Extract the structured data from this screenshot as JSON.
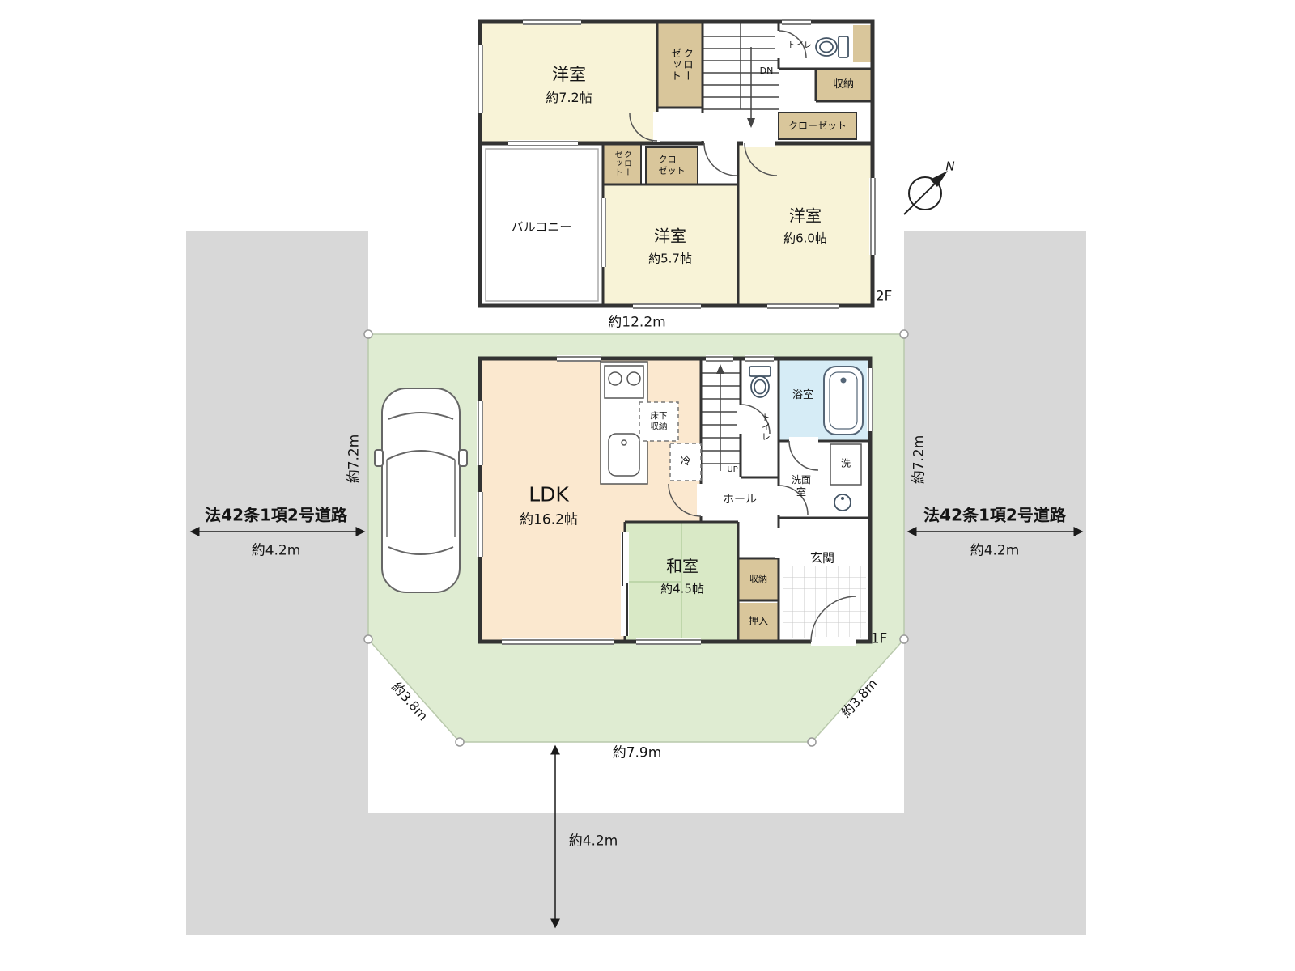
{
  "site": {
    "road_left": {
      "name": "法42条1項2号道路",
      "width": "約4.2m"
    },
    "road_right": {
      "name": "法42条1項2号道路",
      "width": "約4.2m"
    },
    "dims": {
      "top": "約12.2m",
      "left": "約7.2m",
      "right": "約7.2m",
      "diag_left": "約3.8m",
      "diag_right": "約3.8m",
      "bottom": "約7.9m",
      "road_bottom": "約4.2m"
    },
    "compass_n": "N"
  },
  "f2": {
    "floor_label": "2F",
    "yoshitsu72": {
      "name": "洋室",
      "size": "約7.2帖"
    },
    "yoshitsu57": {
      "name": "洋室",
      "size": "約5.7帖"
    },
    "yoshitsu60": {
      "name": "洋室",
      "size": "約6.0帖"
    },
    "closet_tall": "クロー\nゼット",
    "closet_small": "クロー\nゼット",
    "closet_mid": "クロー\nゼット",
    "closet_right": "クローゼット",
    "storage": "収納",
    "toilet": "トイレ",
    "balcony": "バルコニー",
    "stairs_dn": "DN"
  },
  "f1": {
    "floor_label": "1F",
    "ldk": {
      "name": "LDK",
      "size": "約16.2帖"
    },
    "washitsu": {
      "name": "和室",
      "size": "約4.5帖"
    },
    "underfloor": "床下\n収納",
    "fridge": "冷",
    "stairs_up": "UP",
    "toilet": "トイレ",
    "bath": "浴室",
    "washroom": "洗面\n室",
    "washer": "洗",
    "hall": "ホール",
    "entrance": "玄関",
    "storage": "収納",
    "oshiire": "押入"
  },
  "colors": {
    "lot_green": "#dfecd2",
    "room_cream": "#f8f3d7",
    "closet_tan": "#d9c69b",
    "ldk_peach": "#fbe8cf",
    "tatami_green": "#d9e9c6",
    "bath_blue": "#d6ecf6",
    "road_gray": "#d8d8d8",
    "wall": "#333333"
  }
}
